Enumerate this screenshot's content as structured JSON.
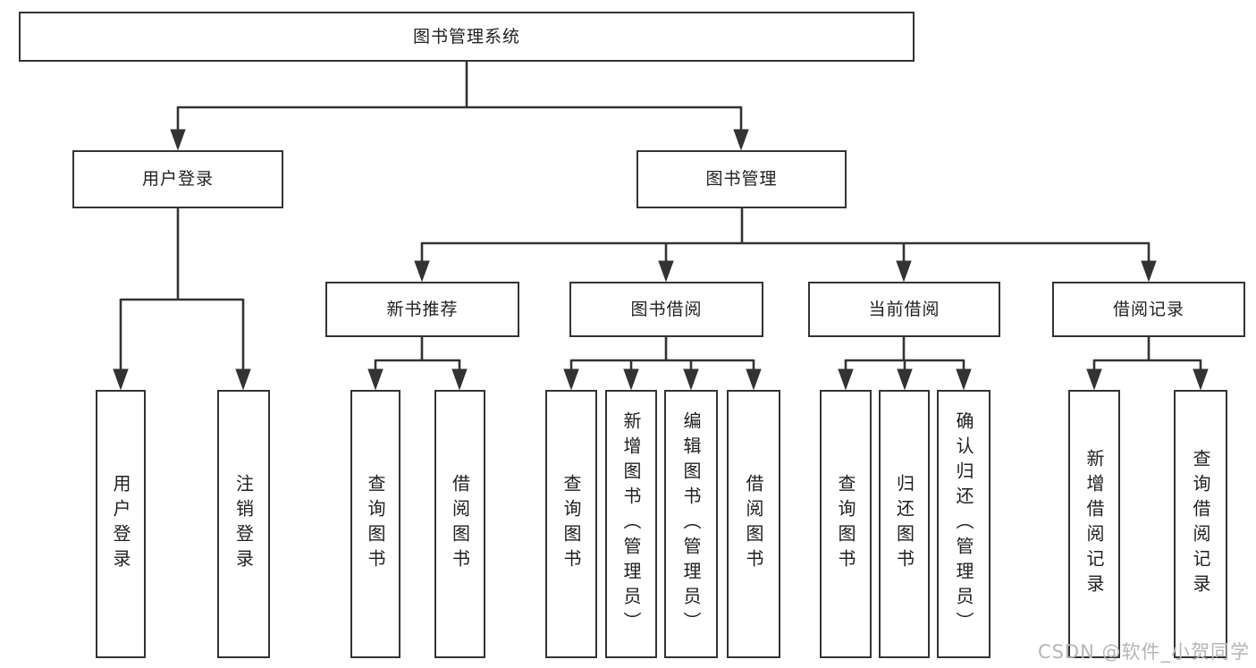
{
  "diagram": {
    "type": "tree-structure-chart",
    "colors": {
      "line": "#333333",
      "box_border": "#333333",
      "text": "#1f1f1f",
      "watermark": "#b5b5b5",
      "background": "#ffffff"
    }
  },
  "tree": {
    "label": "图书管理系统",
    "children": [
      {
        "label": "用户登录",
        "children": [
          {
            "label": "用户登录"
          },
          {
            "label": "注销登录"
          }
        ]
      },
      {
        "label": "图书管理",
        "children": [
          {
            "label": "新书推荐",
            "children": [
              {
                "label": "查询图书"
              },
              {
                "label": "借阅图书"
              }
            ]
          },
          {
            "label": "图书借阅",
            "children": [
              {
                "label": "查询图书"
              },
              {
                "label": "新增图书（管理员）"
              },
              {
                "label": "编辑图书（管理员）"
              },
              {
                "label": "借阅图书"
              }
            ]
          },
          {
            "label": "当前借阅",
            "children": [
              {
                "label": "查询图书"
              },
              {
                "label": "归还图书"
              },
              {
                "label": "确认归还（管理员）"
              }
            ]
          },
          {
            "label": "借阅记录",
            "children": [
              {
                "label": "新增借阅记录"
              },
              {
                "label": "查询借阅记录"
              }
            ]
          }
        ]
      }
    ]
  },
  "watermark": {
    "text": "CSDN @软件_小贺同学"
  }
}
